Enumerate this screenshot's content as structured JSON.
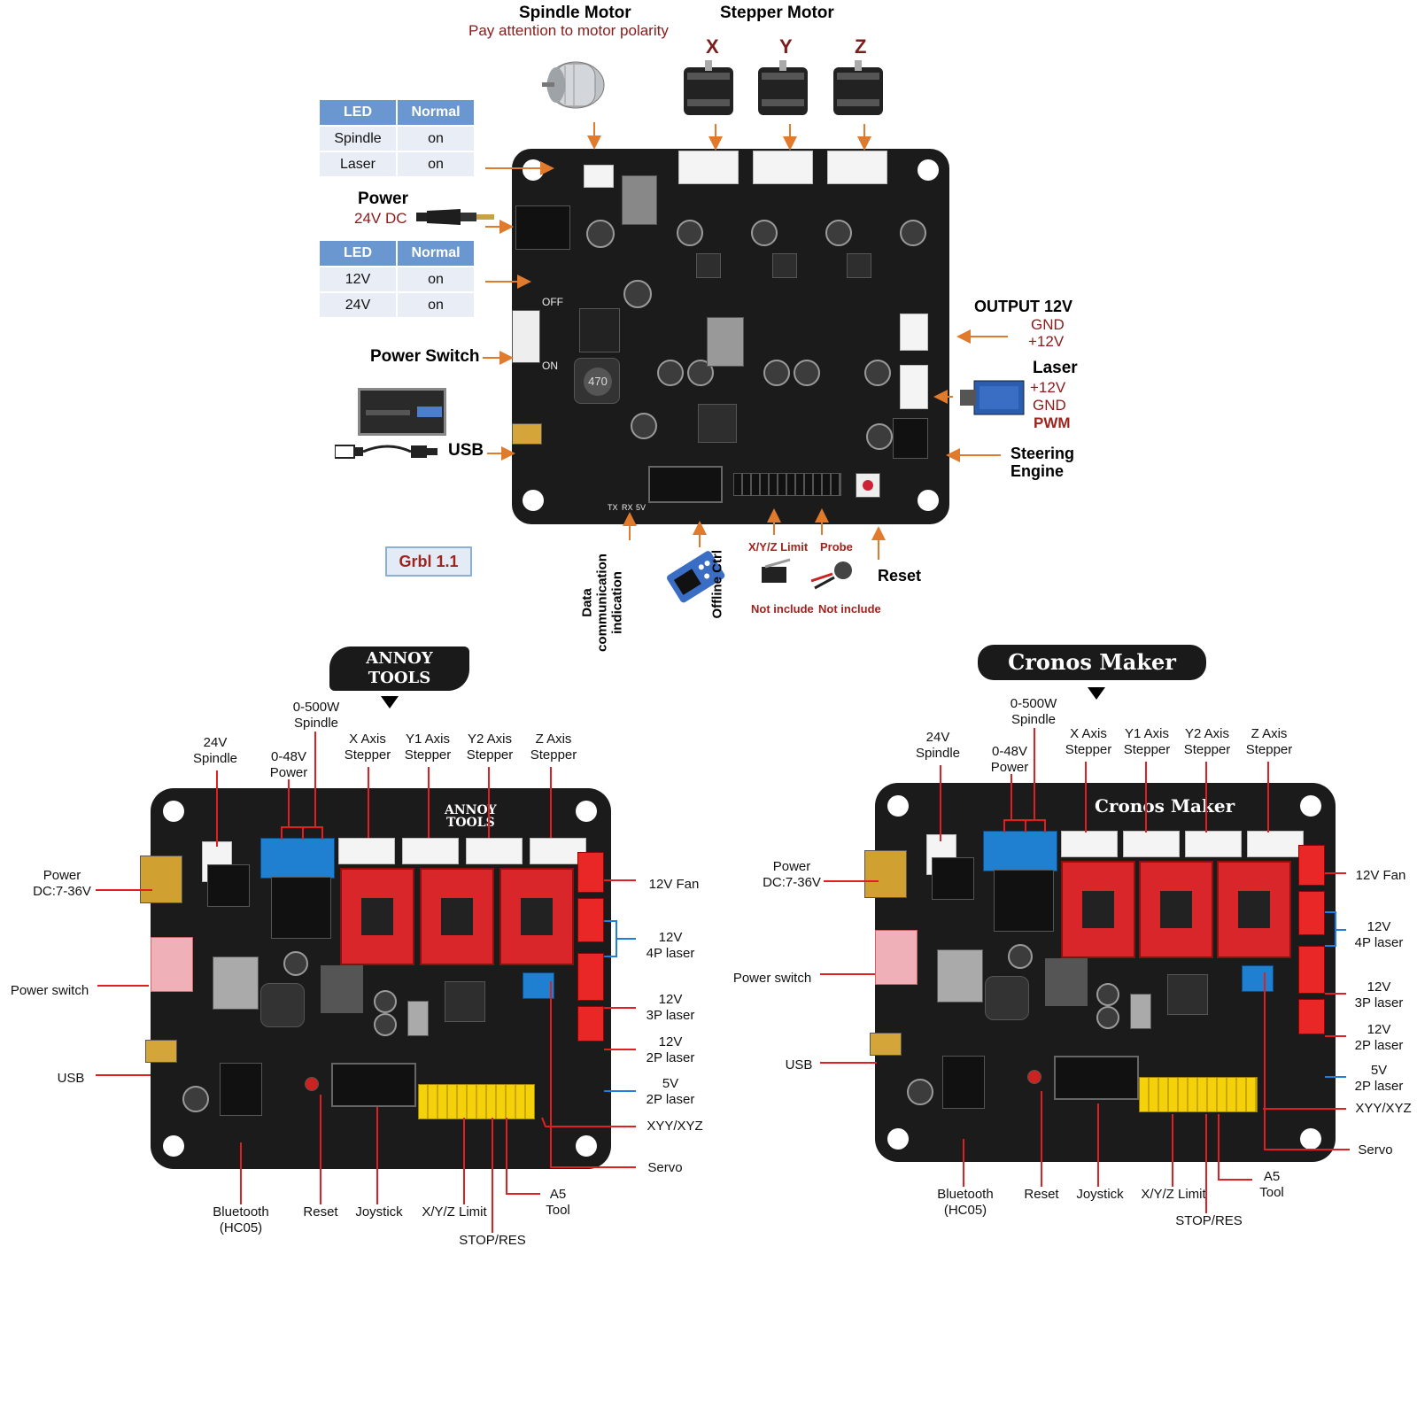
{
  "top": {
    "spindle_title": "Spindle Motor",
    "spindle_note": "Pay attention to motor polarity",
    "stepper_title": "Stepper Motor",
    "axes": [
      "X",
      "Y",
      "Z"
    ],
    "led_table1": {
      "headers": [
        "LED",
        "Normal"
      ],
      "rows": [
        [
          "Spindle",
          "on"
        ],
        [
          "Laser",
          "on"
        ]
      ]
    },
    "power_label": "Power",
    "power_sub": "24V DC",
    "led_table2": {
      "headers": [
        "LED",
        "Normal"
      ],
      "rows": [
        [
          "12V",
          "on"
        ],
        [
          "24V",
          "on"
        ]
      ]
    },
    "power_switch": "Power Switch",
    "usb": "USB",
    "grbl": "Grbl 1.1",
    "output_title": "OUTPUT 12V",
    "output_gnd": "GND",
    "output_12v": "+12V",
    "laser_title": "Laser",
    "laser_12v": "+12V",
    "laser_gnd": "GND",
    "laser_pwm": "PWM",
    "steering_1": "Steering",
    "steering_2": "Engine",
    "data_comm_1": "Data",
    "data_comm_2": "communication",
    "data_comm_3": "indication",
    "offline_ctrl": "Offline Ctrl",
    "xyz_limit": "X/Y/Z Limit",
    "probe": "Probe",
    "not_include_1": "Not include",
    "not_include_2": "Not include",
    "reset": "Reset",
    "board_pins": [
      "TX",
      "RX",
      "5V"
    ],
    "board_marks": [
      "OFF",
      "ON",
      "470"
    ]
  },
  "left_panel": {
    "logo_1": "ANNOY",
    "logo_2": "TOOLS",
    "labels": {
      "spindle_500w_1": "0-500W",
      "spindle_500w_2": "Spindle",
      "spindle24_1": "24V",
      "spindle24_2": "Spindle",
      "power048_1": "0-48V",
      "power048_2": "Power",
      "x_axis_1": "X Axis",
      "x_axis_2": "Stepper",
      "y1_axis_1": "Y1  Axis",
      "y1_axis_2": "Stepper",
      "y2_axis_1": "Y2 Axis",
      "y2_axis_2": "Stepper",
      "z_axis_1": "Z Axis",
      "z_axis_2": "Stepper",
      "power_dc_1": "Power",
      "power_dc_2": "DC:7-36V",
      "power_switch": "Power switch",
      "usb": "USB",
      "fan": "12V Fan",
      "laser4p_1": "12V",
      "laser4p_2": "4P laser",
      "laser3p_1": "12V",
      "laser3p_2": "3P laser",
      "laser2p_1": "12V",
      "laser2p_2": "2P laser",
      "laser5v_1": "5V",
      "laser5v_2": "2P laser",
      "xyy": "XYY/XYZ",
      "servo": "Servo",
      "bt_1": "Bluetooth",
      "bt_2": "(HC05)",
      "reset": "Reset",
      "joystick": "Joystick",
      "limit": "X/Y/Z Limit",
      "a5_1": "A5",
      "a5_2": "Tool",
      "stop": "STOP/RES"
    }
  },
  "right_panel": {
    "logo": "Cronos Maker",
    "board_logo": "Cronos Maker",
    "labels": {
      "spindle_500w_1": "0-500W",
      "spindle_500w_2": "Spindle",
      "spindle24_1": "24V",
      "spindle24_2": "Spindle",
      "power048_1": "0-48V",
      "power048_2": "Power",
      "x_axis_1": "X Axis",
      "x_axis_2": "Stepper",
      "y1_axis_1": "Y1  Axis",
      "y1_axis_2": "Stepper",
      "y2_axis_1": "Y2 Axis",
      "y2_axis_2": "Stepper",
      "z_axis_1": "Z Axis",
      "z_axis_2": "Stepper",
      "power_dc_1": "Power",
      "power_dc_2": "DC:7-36V",
      "power_switch": "Power switch",
      "usb": "USB",
      "fan": "12V Fan",
      "laser4p_1": "12V",
      "laser4p_2": "4P laser",
      "laser3p_1": "12V",
      "laser3p_2": "3P laser",
      "laser2p_1": "12V",
      "laser2p_2": "2P laser",
      "laser5v_1": "5V",
      "laser5v_2": "2P laser",
      "xyy": "XYY/XYZ",
      "servo": "Servo",
      "bt_1": "Bluetooth",
      "bt_2": "(HC05)",
      "reset": "Reset",
      "joystick": "Joystick",
      "limit": "X/Y/Z Limit",
      "a5_1": "A5",
      "a5_2": "Tool",
      "stop": "STOP/RES"
    }
  },
  "colors": {
    "arrow_orange": "#e07a2c",
    "leader_red": "#e02020",
    "leader_blue": "#1f7fe0",
    "table_header": "#6a97cf"
  }
}
